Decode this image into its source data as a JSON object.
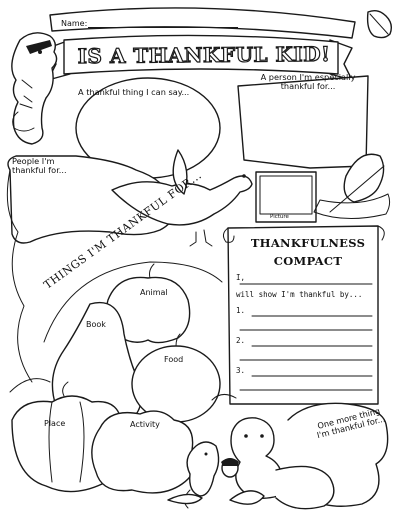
{
  "header": {
    "name_label": "Name:",
    "title": "IS A THANKFUL KID!"
  },
  "sections": {
    "thankful_thing": "A thankful thing I can say...",
    "person_thankful": "A person I'm especially thankful for...",
    "people_thankful": "People I'm thankful for...",
    "picture_label": "Picture",
    "things_arc": "THINGS I'M THANKFUL FOR...",
    "one_more": "One more thing I'm thankful for..."
  },
  "compact": {
    "title_line1": "THANKFULNESS",
    "title_line2": "COMPACT",
    "i_label": "I,",
    "will_show": "will show I'm thankful by...",
    "items": [
      "1.",
      "2.",
      "3."
    ]
  },
  "fruits": {
    "animal": "Animal",
    "book": "Book",
    "food": "Food",
    "place": "Place",
    "activity": "Activity"
  },
  "icons": [
    "chipmunk-icon",
    "bird-icon",
    "squirrel-icon",
    "mouse-icon",
    "oak-leaf-icon",
    "acorn-icon"
  ]
}
